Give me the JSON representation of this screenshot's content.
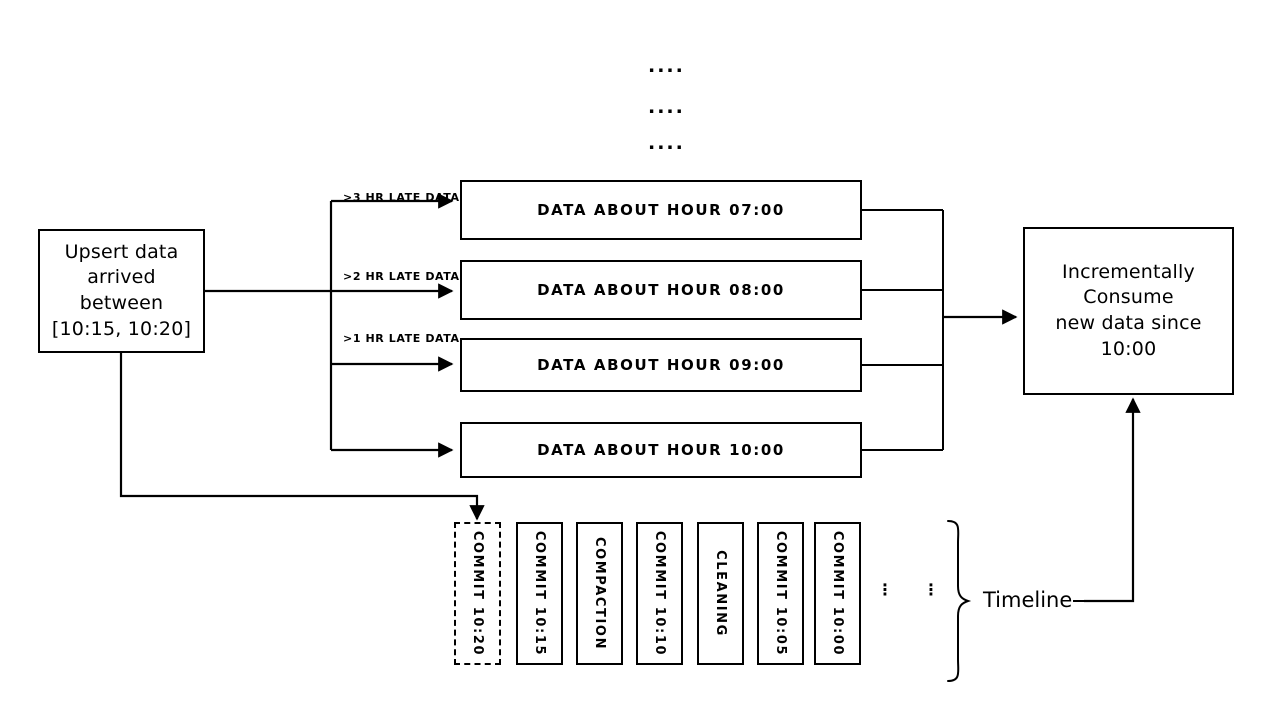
{
  "diagram": {
    "title": "Incremental data consumption with late-arriving data and commit timeline",
    "stroke_color": "#000000",
    "background_color": "#ffffff"
  },
  "source": {
    "label_line1": "Upsert data",
    "label_line2": "arrived between",
    "label_line3": "[10:15, 10:20]"
  },
  "edge_labels": [
    {
      "text": ">3 HR LATE DATA"
    },
    {
      "text": ">2 HR LATE DATA"
    },
    {
      "text": ">1 HR LATE DATA"
    }
  ],
  "hour_partitions": [
    {
      "label": "DATA ABOUT HOUR 07:00"
    },
    {
      "label": "DATA ABOUT HOUR 08:00"
    },
    {
      "label": "DATA ABOUT HOUR 09:00"
    },
    {
      "label": "DATA ABOUT HOUR 10:00"
    }
  ],
  "ellipsis_rows": [
    {
      "text": "...."
    },
    {
      "text": "...."
    },
    {
      "text": "...."
    }
  ],
  "consumer": {
    "label_line1": "Incrementally Consume",
    "label_line2": "new data since 10:00"
  },
  "timeline": {
    "label": "Timeline",
    "items": [
      {
        "label": "COMMIT 10:20",
        "style": "dashed"
      },
      {
        "label": "COMMIT 10:15",
        "style": "solid"
      },
      {
        "label": "COMPACTION",
        "style": "solid"
      },
      {
        "label": "COMMIT 10:10",
        "style": "solid"
      },
      {
        "label": "CLEANING",
        "style": "solid"
      },
      {
        "label": "COMMIT 10:05",
        "style": "solid"
      },
      {
        "label": "COMMIT 10:00",
        "style": "solid"
      }
    ],
    "continuation_dots": [
      {
        "text": "⋮"
      },
      {
        "text": "⋮"
      }
    ]
  }
}
